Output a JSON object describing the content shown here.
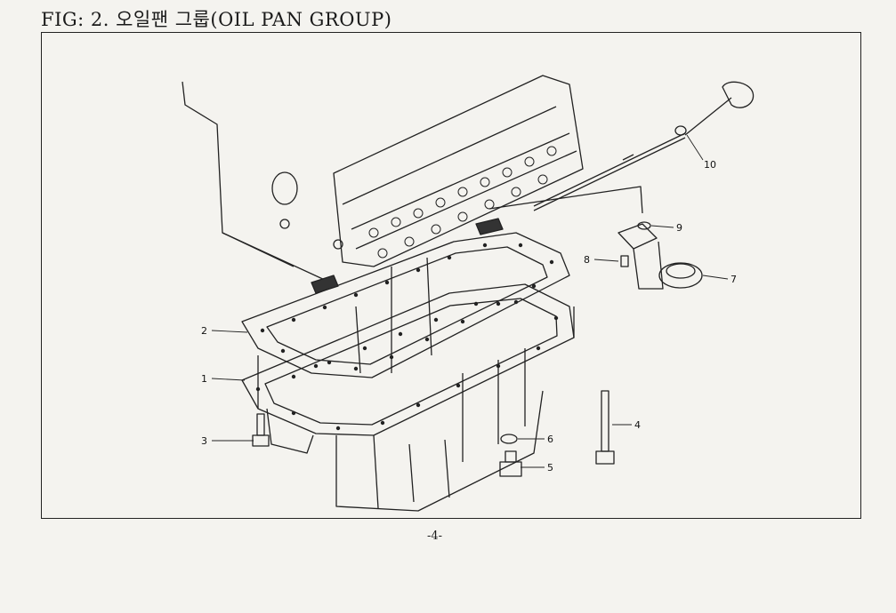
{
  "header": {
    "title": "FIG: 2. 오일팬 그룹(OIL PAN GROUP)"
  },
  "footer": {
    "page_number": "-4-"
  },
  "callouts": [
    {
      "number": "1"
    },
    {
      "number": "2"
    },
    {
      "number": "3"
    },
    {
      "number": "4"
    },
    {
      "number": "5"
    },
    {
      "number": "6"
    },
    {
      "number": "7"
    },
    {
      "number": "8"
    },
    {
      "number": "9"
    },
    {
      "number": "10"
    }
  ]
}
